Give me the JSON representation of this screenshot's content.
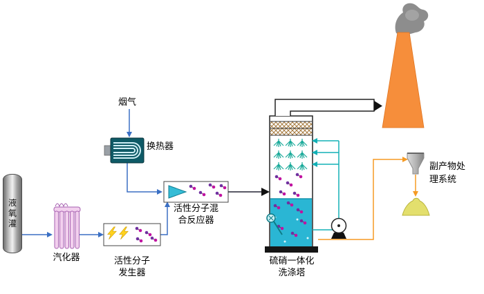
{
  "diagram": {
    "labels": {
      "tank": "液氧灌",
      "vaporizer": "汽化器",
      "flue_gas": "烟气",
      "heat_exchanger": "换热器",
      "generator": [
        "活性分子",
        "发生器"
      ],
      "reactor": [
        "活性分子混",
        "合反应器"
      ],
      "tower": [
        "硫硝一体化",
        "洗涤塔"
      ],
      "byproduct": [
        "副产物处",
        "理系统"
      ]
    },
    "colors": {
      "line_blue": "#3a6fc4",
      "line_cyan": "#12b0b6",
      "line_orange": "#f59a23",
      "chimney_orange": "#f68e3b",
      "liquid_cyan": "#2ab6d4",
      "smoke_gray": "#8d8d8d",
      "pile_yellow": "#e3df6d",
      "molecule_purple": "#7030a0",
      "molecule_magenta": "#c013a0",
      "spray_teal": "#18a999",
      "demister_hatch_brown": "#a5793d"
    }
  }
}
